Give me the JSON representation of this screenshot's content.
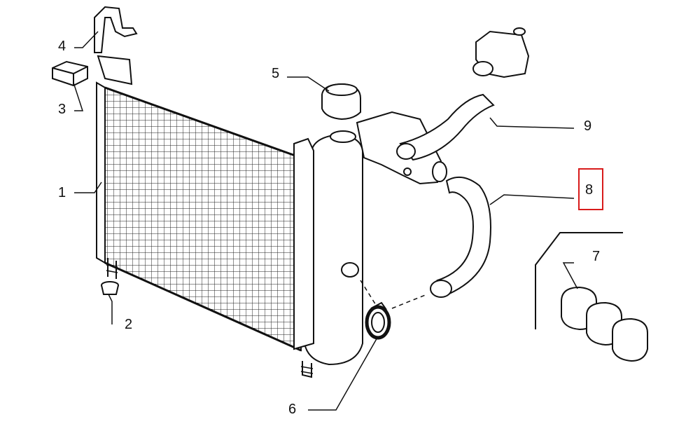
{
  "diagram": {
    "callouts": [
      {
        "id": "1",
        "text": "1"
      },
      {
        "id": "2",
        "text": "2"
      },
      {
        "id": "3",
        "text": "3"
      },
      {
        "id": "4",
        "text": "4"
      },
      {
        "id": "5",
        "text": "5"
      },
      {
        "id": "6",
        "text": "6"
      },
      {
        "id": "7",
        "text": "7"
      },
      {
        "id": "8",
        "text": "8"
      },
      {
        "id": "9",
        "text": "9"
      }
    ],
    "highlighted_callout": "8",
    "highlight_color": "#d81b1b",
    "line_color": "#111111"
  }
}
